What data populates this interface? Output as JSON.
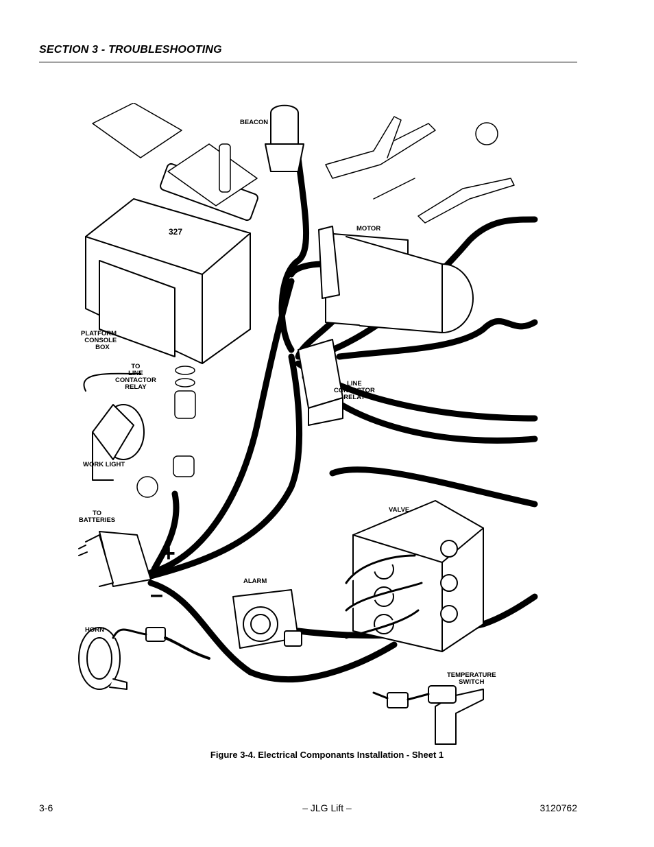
{
  "header": {
    "section_title": "SECTION 3 - TROUBLESHOOTING"
  },
  "figure": {
    "labels": {
      "beacon": "BEACON",
      "motor": "MOTOR",
      "platform_console_box": "PLATFORM\n  CONSOLE\n        BOX",
      "to_line_contactor_relay": "TO\nLINE\nCONTACTOR\nRELAY",
      "line_contactor_relay": "LINE\nCONTACTOR\nRELAY",
      "work_light": "WORK LIGHT",
      "to_batteries": "TO\nBATTERIES",
      "valve": "VALVE",
      "alarm": "ALARM",
      "horn": "HORN",
      "temperature_switch": "TEMPERATURE\nSWITCH",
      "part_number": "327",
      "plus": "+",
      "minus": "–"
    },
    "caption": "Figure 3-4.  Electrical Componants Installation - Sheet 1"
  },
  "footer": {
    "page_number": "3-6",
    "center": "– JLG Lift –",
    "doc_number": "3120762"
  }
}
